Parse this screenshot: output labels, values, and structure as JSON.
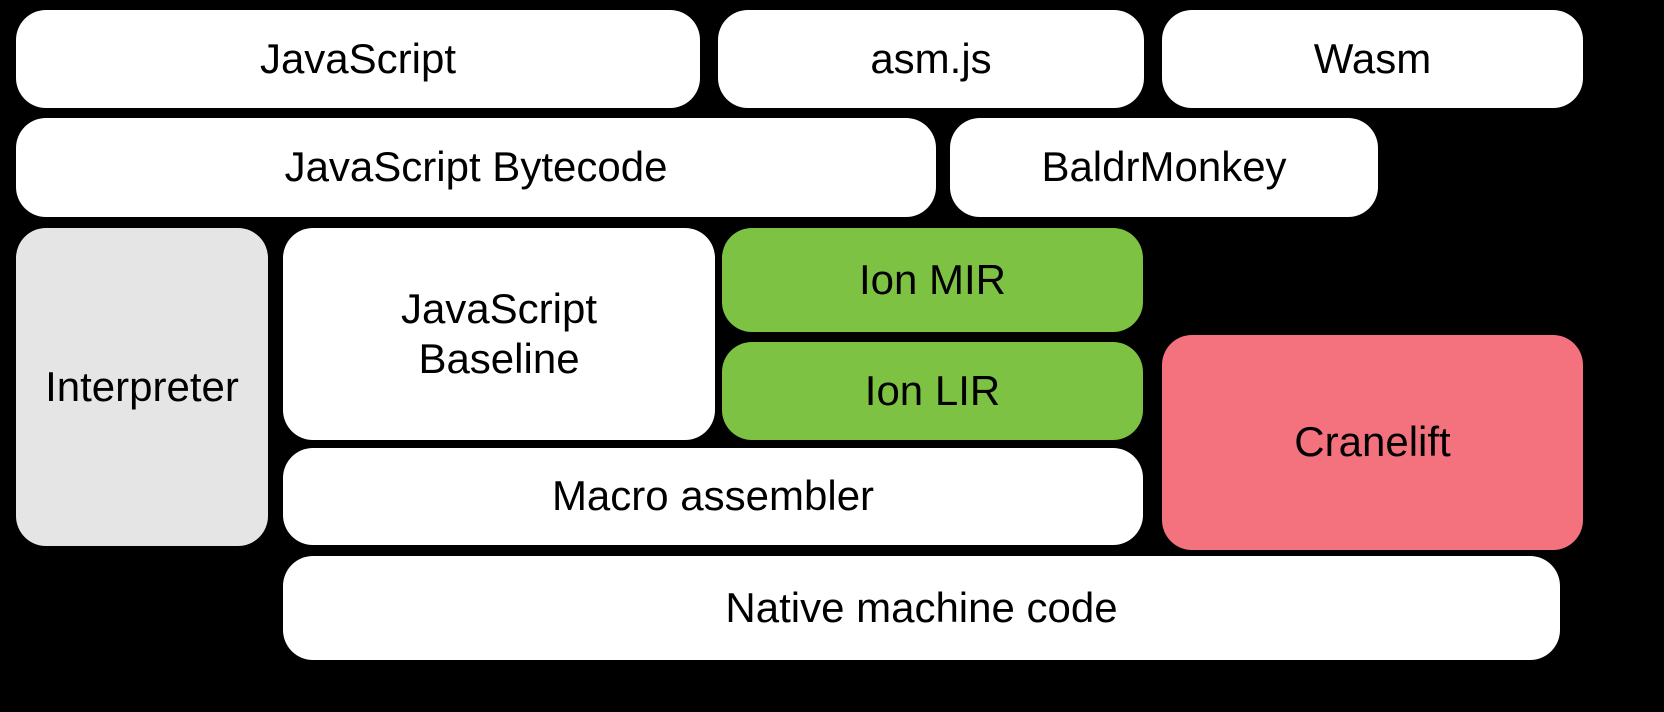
{
  "canvas": {
    "background": "#000000",
    "text_color": "#000000"
  },
  "colors": {
    "default_box": "#ffffff",
    "interpreter_gray": "#e5e5e5",
    "ion_green": "#7dc242",
    "cranelift_pink": "#f4717e"
  },
  "boxes": {
    "javascript": {
      "label": "JavaScript",
      "fill": "#ffffff"
    },
    "asmjs": {
      "label": "asm.js",
      "fill": "#ffffff"
    },
    "wasm": {
      "label": "Wasm",
      "fill": "#ffffff"
    },
    "bytecode": {
      "label": "JavaScript Bytecode",
      "fill": "#ffffff"
    },
    "baldrmonkey": {
      "label": "BaldrMonkey",
      "fill": "#ffffff"
    },
    "interpreter": {
      "label": "Interpreter",
      "fill": "#e5e5e5"
    },
    "baseline": {
      "label": "JavaScript Baseline",
      "fill": "#ffffff"
    },
    "ion_mir": {
      "label": "Ion MIR",
      "fill": "#7dc242"
    },
    "ion_lir": {
      "label": "Ion LIR",
      "fill": "#7dc242"
    },
    "cranelift": {
      "label": "Cranelift",
      "fill": "#f4717e"
    },
    "macro_assembler": {
      "label": "Macro assembler",
      "fill": "#ffffff"
    },
    "native": {
      "label": "Native machine code",
      "fill": "#ffffff"
    }
  }
}
